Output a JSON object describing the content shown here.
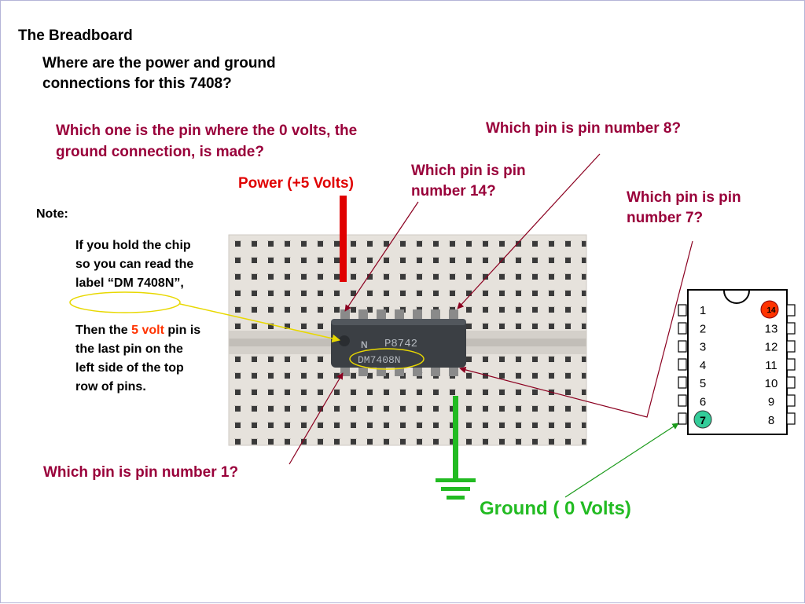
{
  "slide": {
    "title": "The Breadboard",
    "question": "Where are the power and ground connections for this 7408?",
    "q_pin0": "Which one is the pin where the 0 volts, the ground connection, is made?",
    "q_pin8": "Which pin is pin number 8?",
    "q_pin14": "Which pin is pin number 14?",
    "q_pin7": "Which pin is pin number 7?",
    "q_pin1": "Which pin is pin number 1?",
    "power_label": "Power (+5 Volts)",
    "ground_label": "Ground ( 0 Volts)",
    "note_label": "Note:",
    "note_text": "If you hold the chip so you can read the label “DM 7408N”,",
    "then_text_a": "Then the",
    "then_text_highlight": "5 volt",
    "then_text_b": "pin is the  last pin on the left side of the top row of pins.",
    "chip_line1": "P8742",
    "chip_line2": "DM7408N",
    "pin_labels_left": [
      "1",
      "2",
      "3",
      "4",
      "5",
      "6",
      "7"
    ],
    "pin_labels_right": [
      "14",
      "13",
      "12",
      "11",
      "10",
      "9",
      "8"
    ],
    "highlight_pins": [
      "14",
      "7"
    ],
    "colors": {
      "maroon": "#99003a",
      "power_red": "#e00000",
      "ground_green": "#22bb22",
      "pin14_fill": "#ff3300",
      "pin7_fill": "#33cc99",
      "annotation_line": "#8b0020",
      "label_circle": "#e8d800"
    }
  }
}
